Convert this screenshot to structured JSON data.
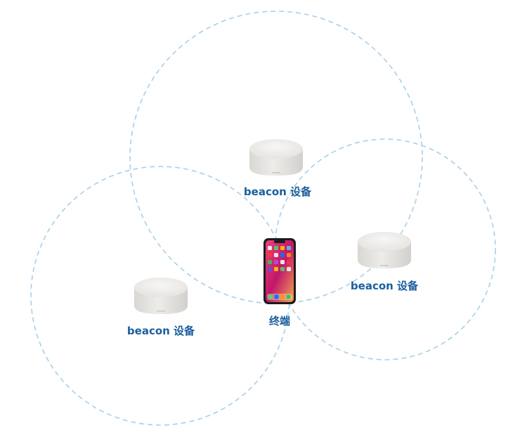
{
  "colors": {
    "background": "#ffffff",
    "range_circle": "#a9cfe8",
    "label_text": "#1a5e9e",
    "beacon_body": "#e6e4e1",
    "beacon_top": "#f1efec",
    "phone_frame": "#1b1b1d"
  },
  "diagram": {
    "beacons": [
      {
        "id": "top",
        "label": "beacon 设备"
      },
      {
        "id": "left",
        "label": "beacon 设备"
      },
      {
        "id": "right",
        "label": "beacon 设备"
      }
    ],
    "terminal": {
      "label": "终端",
      "icon": "smartphone-icon"
    },
    "range_circle_style": "dashed"
  }
}
